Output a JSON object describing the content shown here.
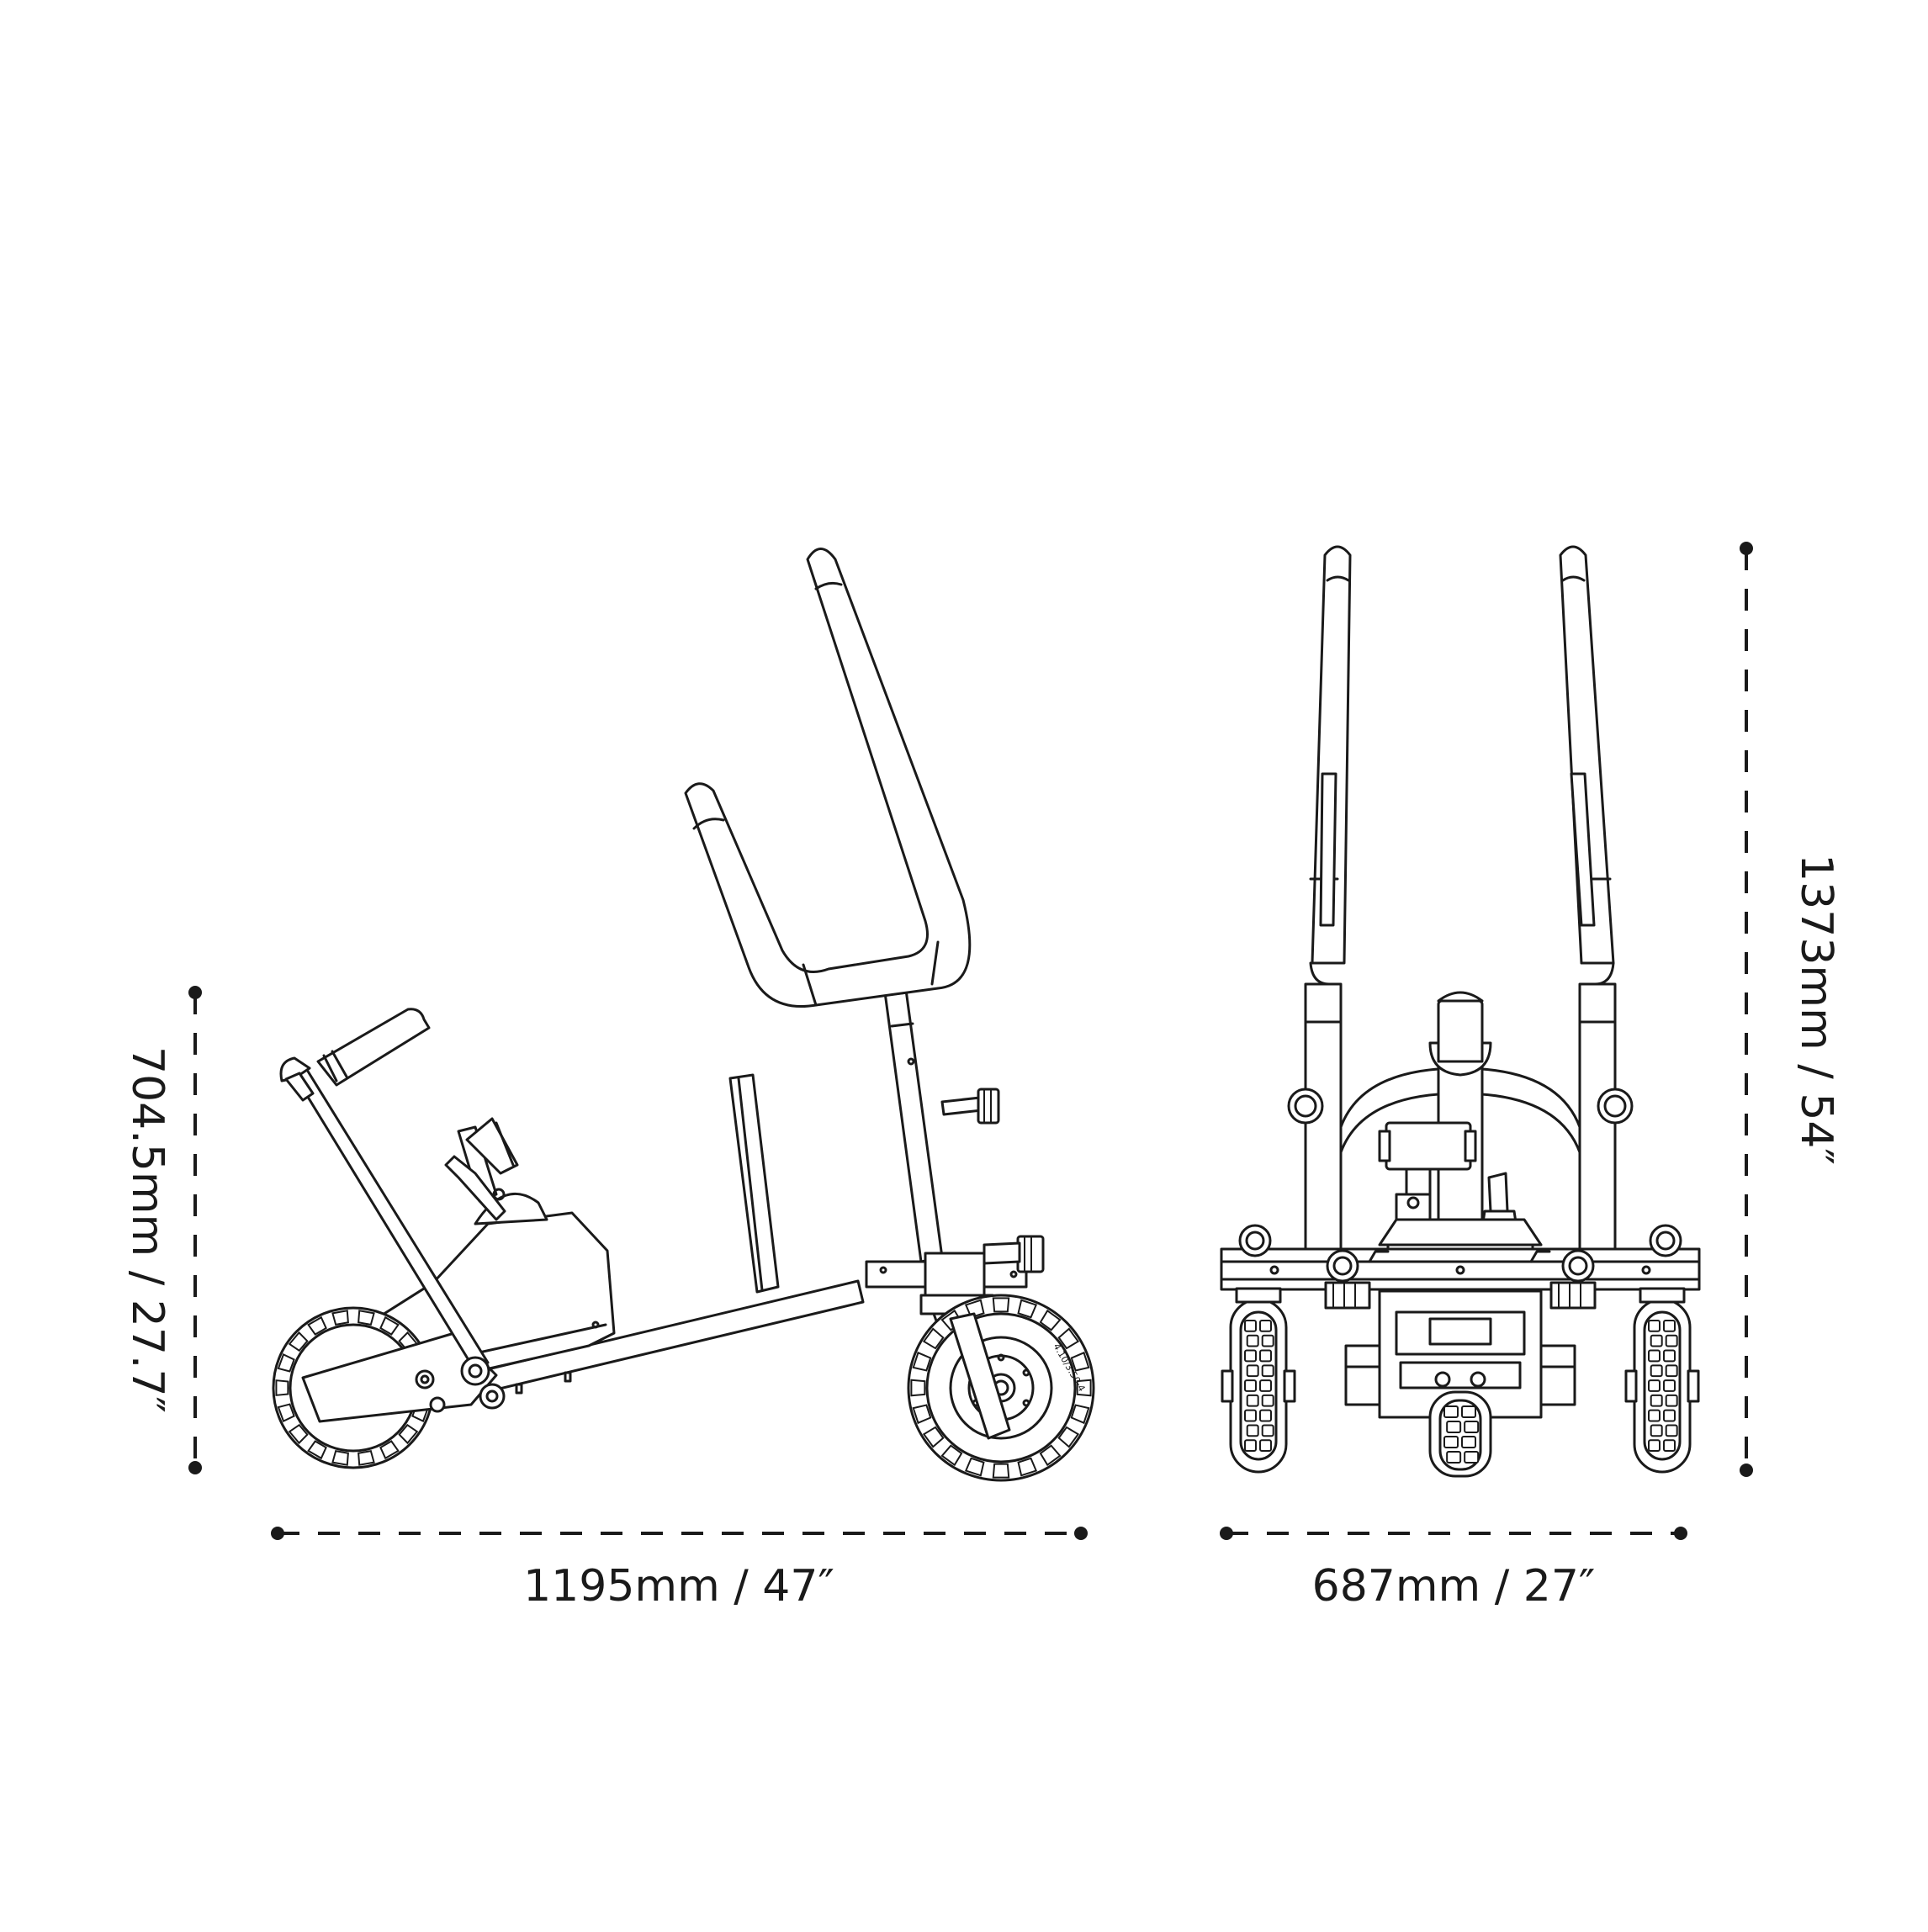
{
  "dimensions": {
    "side_length": "1195mm / 47″",
    "side_height": "704.5mm / 27.7″",
    "front_width": "687mm / 27″",
    "front_height": "1373mm / 54″"
  },
  "tire_marking": "4.10/3.50-4"
}
